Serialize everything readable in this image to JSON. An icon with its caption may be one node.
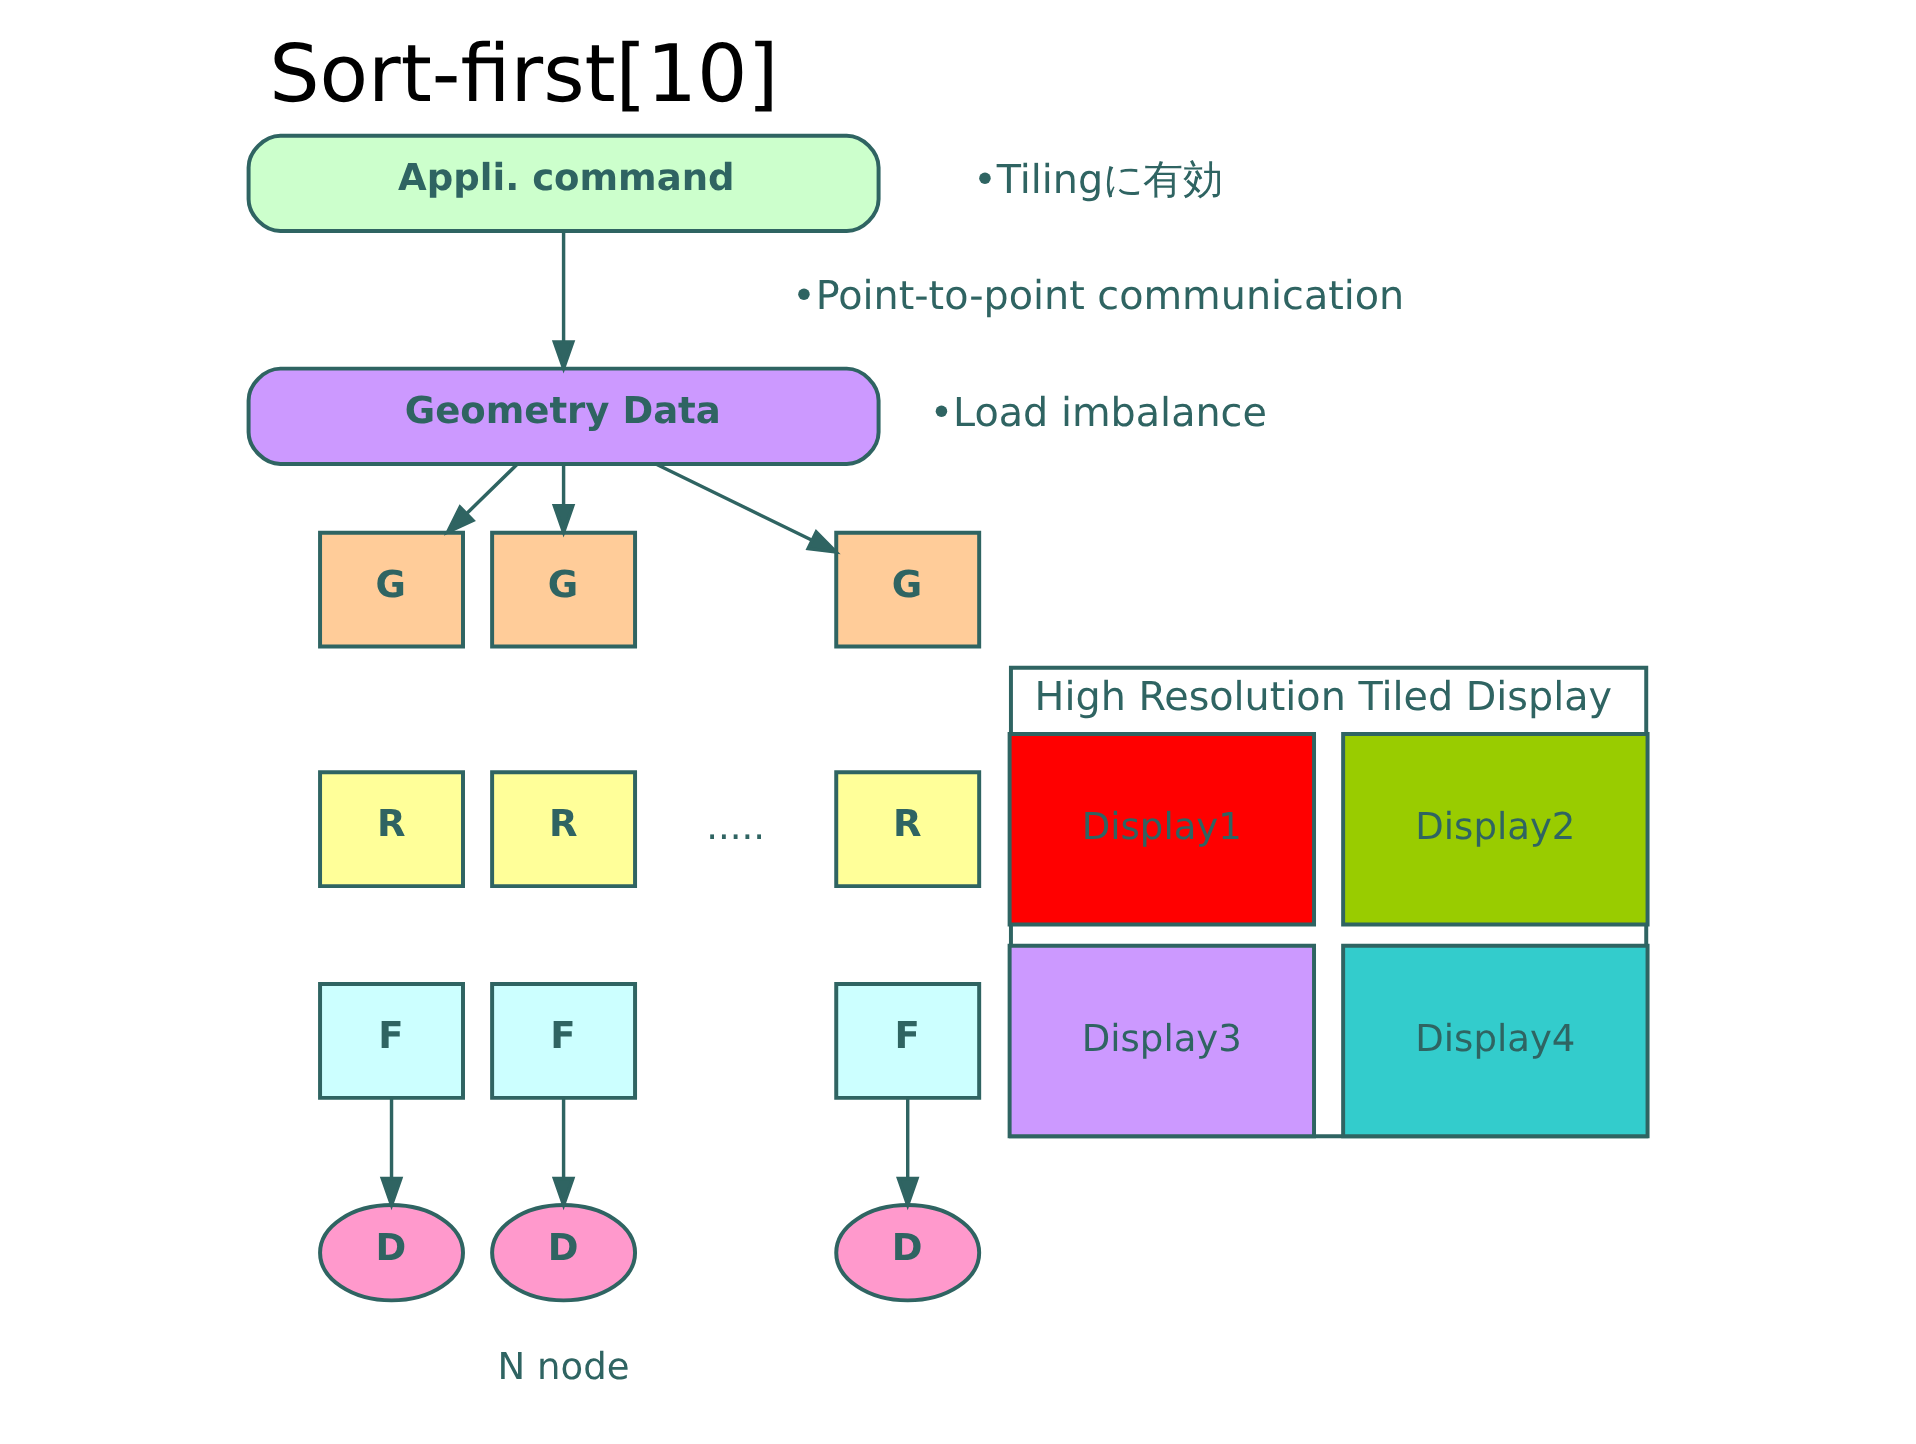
{
  "diagram": {
    "title": "Sort-first[10]",
    "nodes": [
      {
        "text": [
          "Appli. command"
        ]
      },
      {
        "text": [
          "Geometry Data"
        ]
      },
      {
        "text": [
          "G"
        ]
      },
      {
        "text": [
          "R"
        ]
      },
      {
        "text": [
          "F"
        ]
      },
      {
        "text": [
          "G"
        ]
      },
      {
        "text": [
          "R"
        ]
      },
      {
        "text": [
          "F"
        ]
      },
      {
        "text": [
          "G"
        ]
      },
      {
        "text": [
          "R"
        ]
      },
      {
        "text": [
          "F"
        ]
      },
      {
        "text": [
          "D"
        ]
      },
      {
        "text": [
          "D"
        ]
      },
      {
        "text": [
          "D"
        ]
      },
      {
        "text": [
          "High Resolution Tiled Display"
        ]
      },
      {
        "text": [
          "Display1"
        ],
        "in": 14
      },
      {
        "text": [
          "Display2"
        ],
        "in": 14
      },
      {
        "text": [
          "Display3"
        ],
        "in": 14
      },
      {
        "text": [
          "Display4"
        ],
        "in": 14
      }
    ],
    "edges": [
      {
        "from": 0,
        "to": 1,
        "arrow": "to"
      },
      {
        "from": 1,
        "to": 2,
        "arrow": "to"
      },
      {
        "from": 1,
        "to": 5,
        "arrow": "to"
      },
      {
        "from": 1,
        "to": 8,
        "arrow": "to"
      },
      {
        "from": 4,
        "to": 11,
        "arrow": "to"
      },
      {
        "from": 7,
        "to": 12,
        "arrow": "to"
      },
      {
        "from": 10,
        "to": 13,
        "arrow": "to"
      }
    ],
    "labels": [
      "•Tilingに有効",
      "•Point-to-point communication",
      "•Load imbalance",
      ".....",
      "N node"
    ]
  }
}
